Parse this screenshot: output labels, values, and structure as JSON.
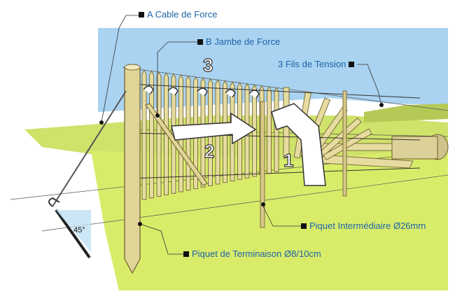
{
  "labels": {
    "cable": "A Cable de Force",
    "jambe": "B Jambe de Force",
    "fils": "3 Fils de Tension",
    "intermediaire": "Piquet Intermédiaire Ø26mm",
    "terminaison": "Piquet de Terminaison Ø8/10cm"
  },
  "steps": {
    "one": "1",
    "two": "2",
    "three": "3"
  },
  "angle": "45°",
  "colors": {
    "label_text": "#1e63a8",
    "sky": "#a9d3f0",
    "grass": "#d9ec6a",
    "wood": "#e6dca0",
    "wood_stroke": "#7d6f3f",
    "arrow_fill": "#ffffff"
  }
}
